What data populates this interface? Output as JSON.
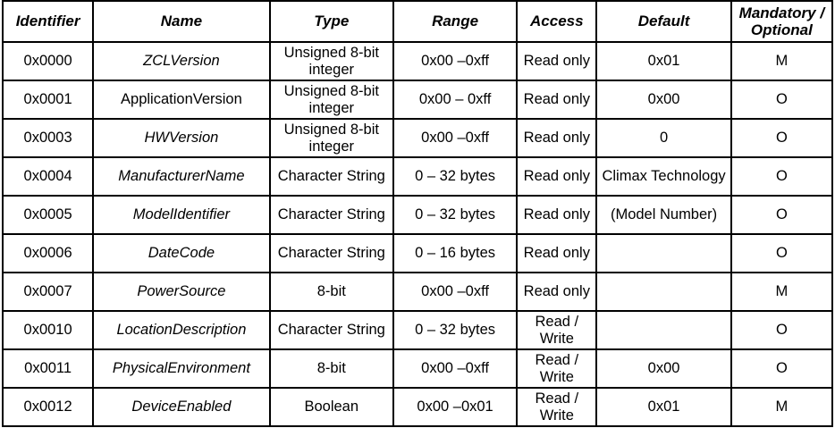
{
  "table": {
    "columns": [
      {
        "key": "identifier",
        "label": "Identifier"
      },
      {
        "key": "name",
        "label": "Name"
      },
      {
        "key": "type",
        "label": "Type"
      },
      {
        "key": "range",
        "label": "Range"
      },
      {
        "key": "access",
        "label": "Access"
      },
      {
        "key": "default",
        "label": "Default"
      },
      {
        "key": "mandatory_optional",
        "label": "Mandatory / Optional"
      }
    ],
    "rows": [
      {
        "identifier": "0x0000",
        "name": "ZCLVersion",
        "name_italic": true,
        "type": "Unsigned 8-bit integer",
        "range": "0x00 –0xff",
        "access": "Read only",
        "default": "0x01",
        "mandatory_optional": "M"
      },
      {
        "identifier": "0x0001",
        "name": "ApplicationVersion",
        "name_italic": false,
        "type": "Unsigned 8-bit integer",
        "range": "0x00 – 0xff",
        "access": "Read only",
        "default": "0x00",
        "mandatory_optional": "O"
      },
      {
        "identifier": "0x0003",
        "name": "HWVersion",
        "name_italic": true,
        "type": "Unsigned 8-bit integer",
        "range": "0x00 –0xff",
        "access": "Read only",
        "default": "0",
        "mandatory_optional": "O"
      },
      {
        "identifier": "0x0004",
        "name": "ManufacturerName",
        "name_italic": true,
        "type": "Character String",
        "range": "0 – 32 bytes",
        "access": "Read only",
        "default": "Climax Technology",
        "mandatory_optional": "O"
      },
      {
        "identifier": "0x0005",
        "name": "ModelIdentifier",
        "name_italic": true,
        "type": "Character String",
        "range": "0 – 32 bytes",
        "access": "Read only",
        "default": "(Model Number)",
        "mandatory_optional": "O"
      },
      {
        "identifier": "0x0006",
        "name": "DateCode",
        "name_italic": true,
        "type": "Character String",
        "range": "0 – 16 bytes",
        "access": "Read only",
        "default": "",
        "mandatory_optional": "O"
      },
      {
        "identifier": "0x0007",
        "name": "PowerSource",
        "name_italic": true,
        "type": "8-bit",
        "range": "0x00 –0xff",
        "access": "Read only",
        "default": "",
        "mandatory_optional": "M"
      },
      {
        "identifier": "0x0010",
        "name": "LocationDescription",
        "name_italic": true,
        "type": "Character String",
        "range": "0 – 32 bytes",
        "access": "Read / Write",
        "default": "",
        "mandatory_optional": "O"
      },
      {
        "identifier": "0x0011",
        "name": "PhysicalEnvironment",
        "name_italic": true,
        "type": "8-bit",
        "range": "0x00 –0xff",
        "access": "Read / Write",
        "default": "0x00",
        "mandatory_optional": "O"
      },
      {
        "identifier": "0x0012",
        "name": "DeviceEnabled",
        "name_italic": true,
        "type": "Boolean",
        "range": "0x00 –0x01",
        "access": "Read / Write",
        "default": "0x01",
        "mandatory_optional": "M"
      }
    ]
  },
  "style": {
    "border_color": "#000000",
    "background_color": "#ffffff",
    "text_color": "#000000"
  }
}
